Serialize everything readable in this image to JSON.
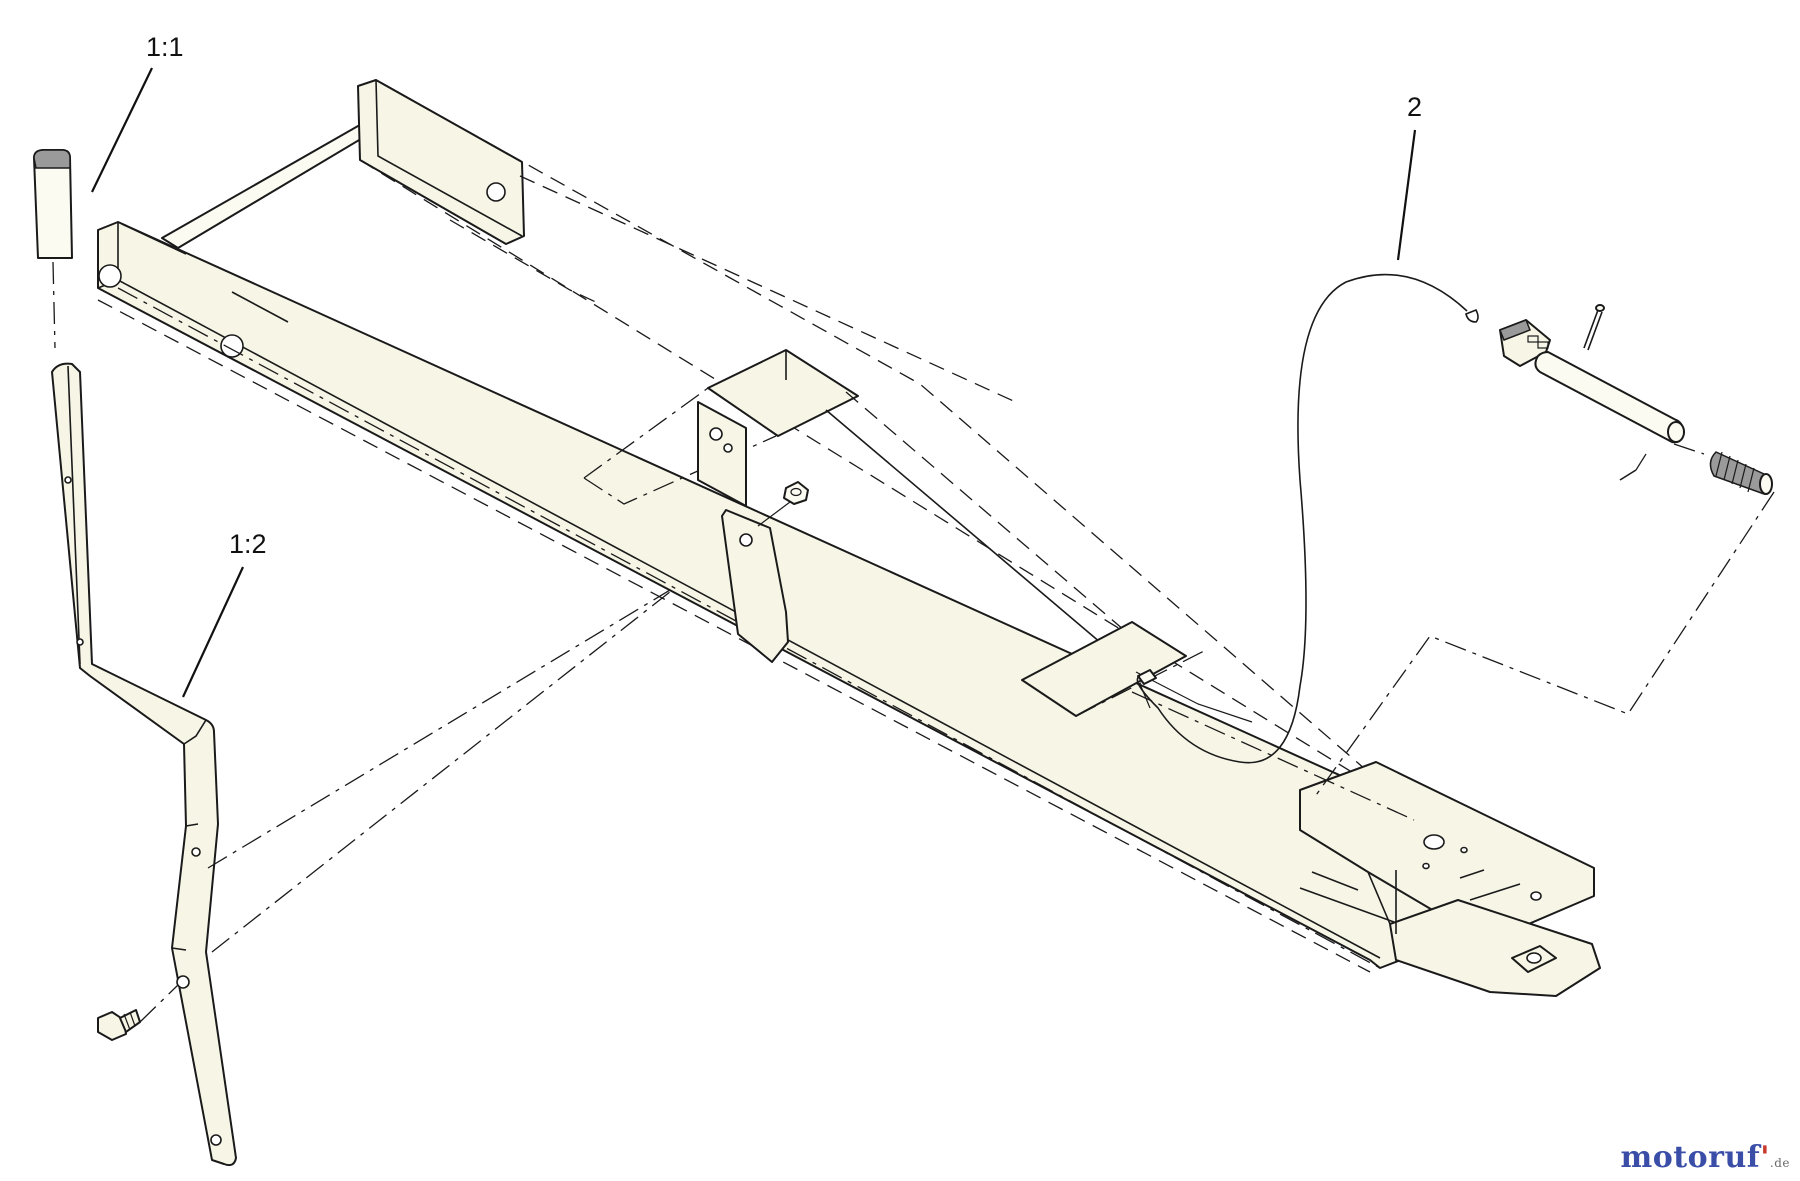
{
  "callouts": {
    "part_1_1": "1:1",
    "part_1_2": "1:2",
    "part_2": "2"
  },
  "watermark": {
    "main": "motoruf",
    "apostrophe": "'",
    "suffix": ".de"
  },
  "colors": {
    "line": "#1a1a1a",
    "part_fill": "#f6f5e6",
    "background": "#ffffff",
    "watermark_blue": "#3a4ea8",
    "watermark_red": "#c8392b"
  }
}
